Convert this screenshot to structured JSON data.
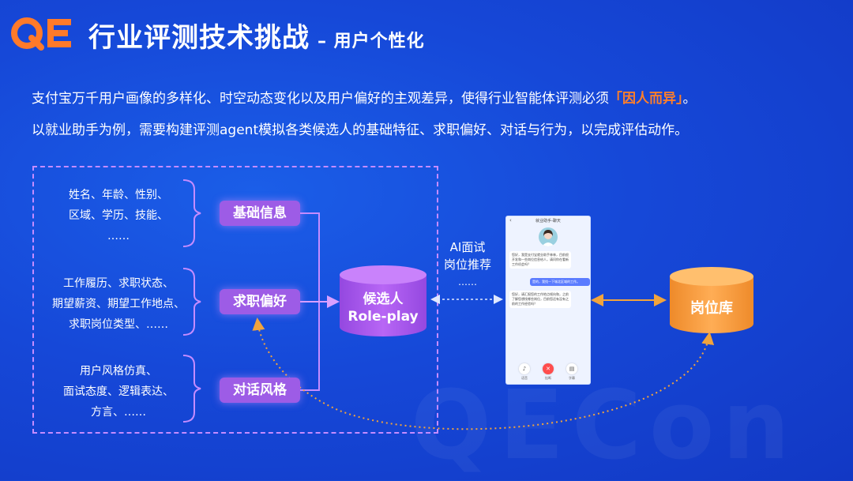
{
  "header": {
    "logo_text": "QE",
    "title": "行业评测技术挑战",
    "subtitle": "– 用户个性化"
  },
  "intro": {
    "line1_pre": "支付宝万千用户画像的多样化、时空动态变化以及用户偏好的主观差异，使得行业智能体评测必须",
    "line1_highlight": "「因人而异」",
    "line1_post": "。",
    "line2": "以就业助手为例，需要构建评测agent模拟各类候选人的基础特征、求职偏好、对话与行为，以完成评估动作。"
  },
  "groups": [
    {
      "attrs": [
        "姓名、年龄、性别、",
        "区域、学历、技能、",
        "……"
      ],
      "tag": "基础信息"
    },
    {
      "attrs": [
        "工作履历、求职状态、",
        "期望薪资、期望工作地点、",
        "求职岗位类型、……"
      ],
      "tag": "求职偏好"
    },
    {
      "attrs": [
        "用户风格仿真、",
        "面试态度、逻辑表达、",
        "方言、……"
      ],
      "tag": "对话风格"
    }
  ],
  "candidate": {
    "line1": "候选人",
    "line2": "Role-play"
  },
  "middle_labels": [
    "AI面试",
    "岗位推荐",
    "……"
  ],
  "phone": {
    "header": "就业助手-聊天",
    "bubble1": "您好，我是支付宝就业助手林林，目前很开发和一些岗位信息给人，请问你在看新工作机会吗？",
    "bubble2": "是的，我找一下城北区域的工作。",
    "bubble3": "您好，请汇报您的工作地点倾向和，之前了解您想找哪些岗位，目前您还有没有之前的工作经验吗？",
    "buttons": [
      "语音",
      "挂断",
      "字幕"
    ]
  },
  "job_db": {
    "label": "岗位库"
  },
  "colors": {
    "background": "#1648d8",
    "tag_purple": "#9d5ce6",
    "dashed_border": "#c58cff",
    "cylinder_purple": "#b05cf0",
    "cylinder_orange": "#f59a3c",
    "highlight": "#ff7f2a",
    "dotted_arrow": "#f2a43c"
  }
}
